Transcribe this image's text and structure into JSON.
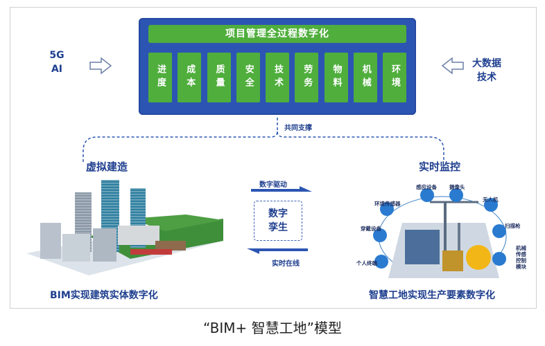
{
  "left_input": {
    "line1": "5G",
    "line2": "AI"
  },
  "right_input": {
    "line1": "大数据",
    "line2": "技术"
  },
  "panel": {
    "title": "项目管理全过程数字化",
    "items": [
      "进度",
      "成本",
      "质量",
      "安全",
      "技术",
      "劳务",
      "物料",
      "机械",
      "环境"
    ]
  },
  "support_label": "共同支撑",
  "virtual": {
    "heading": "虚拟建造",
    "caption": "BIM实现建筑实体数字化"
  },
  "realtime": {
    "heading": "实时监控",
    "caption": "智慧工地实现生产要素数字化"
  },
  "center": {
    "top_label": "数字驱动",
    "twin": "数字孪生",
    "bottom_label": "实时在线"
  },
  "monitor_labels": {
    "sensor_device": "感应设备",
    "camera": "摄像头",
    "env_sensor": "环境传感器",
    "drone": "无人机",
    "wearable": "穿戴设备",
    "scanner": "扫描枪",
    "personal_terminal": "个人终端",
    "machine_module": "机械传感控制模块"
  },
  "bottom_title": "“BIM+ 智慧工地”模型",
  "colors": {
    "panel_blue": "#2c55b3",
    "box_green": "#4fae3c",
    "text_blue": "#1f3f8f"
  }
}
